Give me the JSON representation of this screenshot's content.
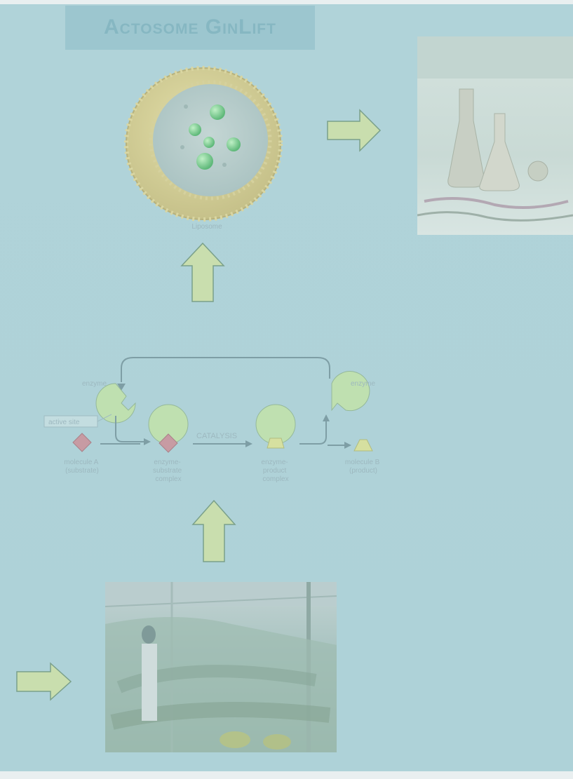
{
  "title": "Actosome GinLift",
  "liposome": {
    "label": "Liposome"
  },
  "enzyme_diagram": {
    "enzyme_left": "enzyme",
    "enzyme_right": "enzyme",
    "active_site": "active site",
    "catalysis": "CATALYSIS",
    "molecule_a": [
      "molecule A",
      "(substrate)"
    ],
    "enzyme_substrate": [
      "enzyme-",
      "substrate",
      "complex"
    ],
    "enzyme_product": [
      "enzyme-",
      "product",
      "complex"
    ],
    "molecule_b": [
      "molecule B",
      "(product)"
    ]
  },
  "colors": {
    "background": "#b0d3d9",
    "arrow_fill": "#c9deae",
    "arrow_stroke": "#7aa08a",
    "enzyme_fill": "#bfe0b0",
    "substrate_fill": "#c79ba3",
    "product_fill": "#d6e0a0"
  }
}
